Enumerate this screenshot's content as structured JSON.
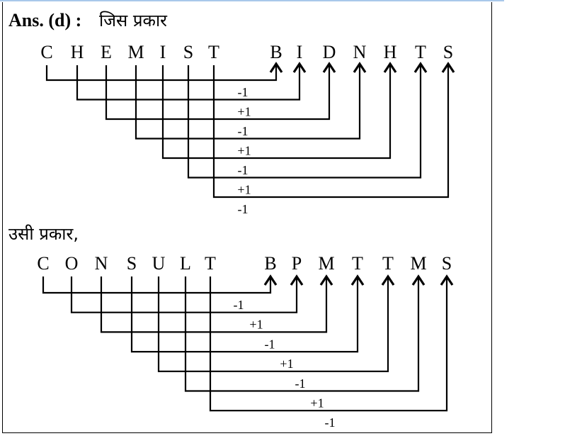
{
  "header": {
    "ans_label": "Ans. (d) :",
    "ans_text": "जिस प्रकार"
  },
  "section2_label": "उसी प्रकार,",
  "diagrams": [
    {
      "source": [
        "C",
        "H",
        "E",
        "M",
        "I",
        "S",
        "T"
      ],
      "target": [
        "B",
        "I",
        "D",
        "N",
        "H",
        "T",
        "S"
      ],
      "ops": [
        "-1",
        "+1",
        "-1",
        "+1",
        "-1",
        "+1",
        "-1"
      ]
    },
    {
      "source": [
        "C",
        "O",
        "N",
        "S",
        "U",
        "L",
        "T"
      ],
      "target": [
        "B",
        "P",
        "M",
        "T",
        "T",
        "M",
        "S"
      ],
      "ops": [
        "-1",
        "+1",
        "-1",
        "+1",
        "-1",
        "+1",
        "-1"
      ]
    }
  ]
}
